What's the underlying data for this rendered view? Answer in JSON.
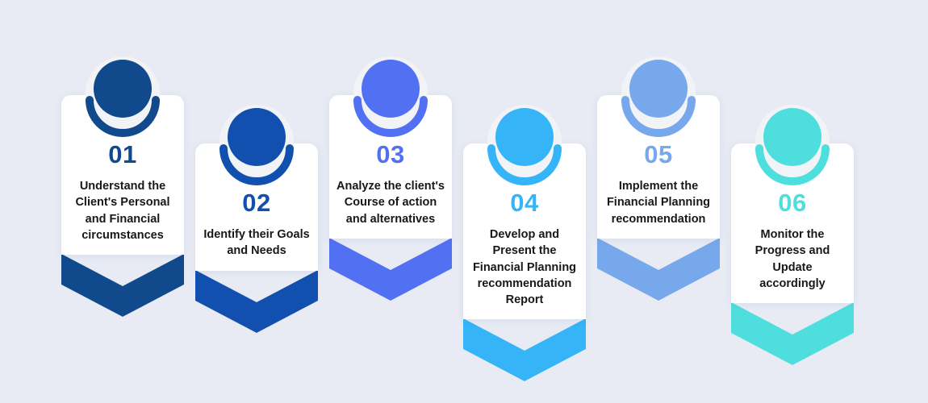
{
  "background_color": "#e8ebf4",
  "diagram": {
    "type": "process-steps",
    "orientation": "horizontal",
    "step_count": 6,
    "steps": [
      {
        "number": "01",
        "text": "Understand the Client's Personal and Financial circumstances",
        "color": "#104a8c",
        "halo_color": "#f2f3f7",
        "position": "high"
      },
      {
        "number": "02",
        "text": "Identify their Goals and Needs",
        "color": "#1150ae",
        "halo_color": "#f2f3f7",
        "position": "low"
      },
      {
        "number": "03",
        "text": "Analyze the client's Course of action and alternatives",
        "color": "#5271f2",
        "halo_color": "#f2f3f7",
        "position": "high"
      },
      {
        "number": "04",
        "text": "Develop and Present the Financial Planning recommendation Report",
        "color": "#35b4f7",
        "halo_color": "#f2f3f7",
        "position": "low"
      },
      {
        "number": "05",
        "text": "Implement the Financial Planning recommendation",
        "color": "#77a8ec",
        "halo_color": "#f2f3f7",
        "position": "high"
      },
      {
        "number": "06",
        "text": "Monitor the Progress and Update accordingly",
        "color": "#4fdede",
        "halo_color": "#f2f3f7",
        "position": "low"
      }
    ]
  }
}
